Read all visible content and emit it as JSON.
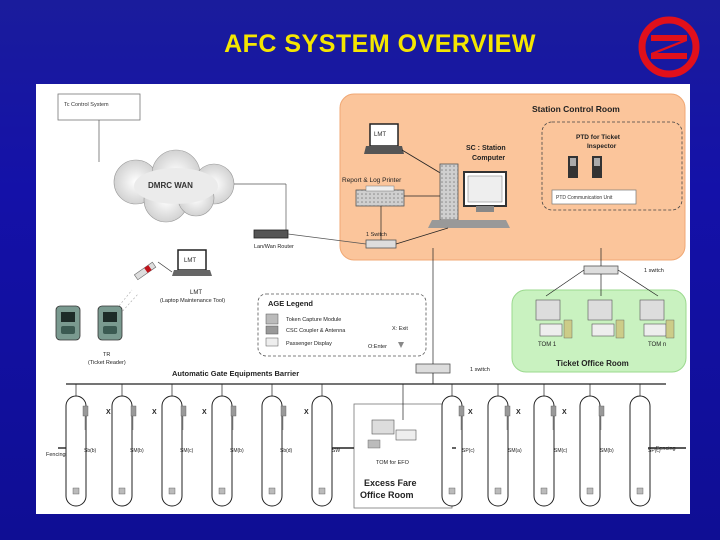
{
  "title": "AFC SYSTEM OVERVIEW",
  "colors": {
    "title": "#f4e600",
    "background": "#1a1c9c",
    "station_room": "#fbc59b",
    "ticket_office": "#c9f2c0",
    "logo_red": "#e1101b"
  },
  "labels": {
    "tc_system": "Tc Control System",
    "wan": "DMRC WAN",
    "station_control_room": "Station Control Room",
    "lmt": "LMT",
    "sc_line1": "SC : Station",
    "sc_line2": "Computer",
    "report_printer": "Report & Log Printer",
    "ptd_line1": "PTD for Ticket",
    "ptd_line2": "Inspector",
    "ptd_comm": "PTD Communication Unit",
    "switch_1": "1 Switch",
    "lan_router": "Lan/Wan Router",
    "lmt_laptop": "LMT",
    "lmt_laptop_caption1": "LMT",
    "lmt_laptop_caption2": "(Laptop Maintenance Tool)",
    "switch_2": "1 switch",
    "tr_line1": "TR",
    "tr_line2": "(Ticket Reader)",
    "age_legend": "AGE Legend",
    "legend_token": "Token Capture Module",
    "legend_csc": "CSC Coupler & Antenna",
    "legend_display": "Passenger Display",
    "legend_exit": "X: Exit",
    "legend_enter": "O:Enter",
    "tom1": "TOM 1",
    "tomn": "TOM n",
    "ticket_office_room": "Ticket Office Room",
    "age_barrier": "Automatic Gate Equipments Barrier",
    "switch_3": "1 switch",
    "fencing_left": "Fencing",
    "fencing_right": "Fencing",
    "tom_efo": "TOM for EFO",
    "efo_line1": "Excess Fare",
    "efo_line2": "Office Room"
  },
  "gates": {
    "labels": [
      "Sb(b)",
      "SM(b)",
      "SM(c)",
      "SM(b)",
      "Sb(d)",
      "SW",
      "SP(c)",
      "SM(a)",
      "SM(c)",
      "SM(b)",
      "SP(c)"
    ],
    "exit_marks": [
      "X",
      "X",
      "X",
      "X",
      "X",
      "X",
      "X"
    ]
  }
}
